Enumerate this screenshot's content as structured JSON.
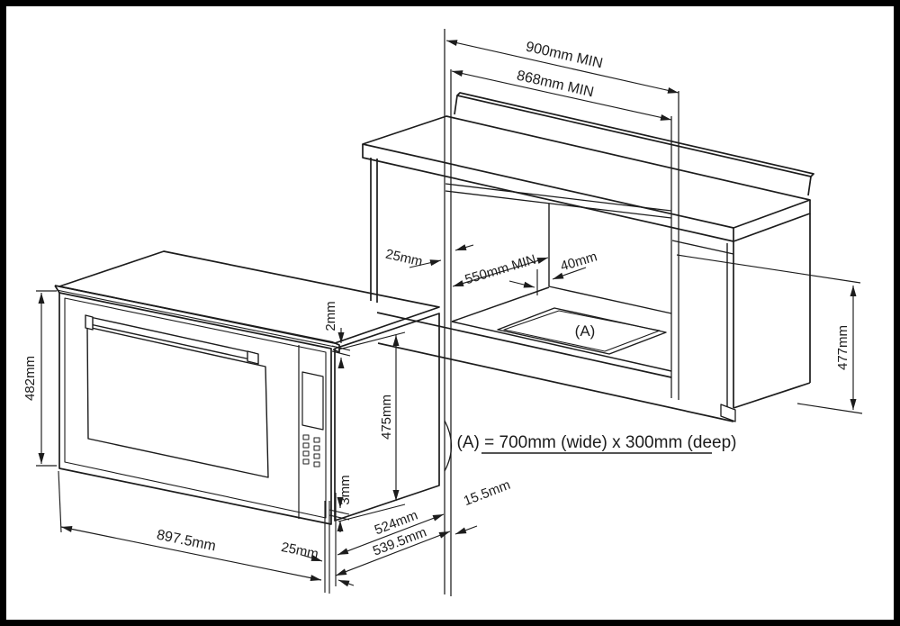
{
  "oven": {
    "height": "482mm",
    "width": "897.5mm",
    "front_overhang": "25mm",
    "body_depth": "524mm",
    "overall_depth": "539.5mm",
    "door_protrusion": "15.5mm",
    "top_clearance": "2mm",
    "body_height": "475mm",
    "bottom_clearance": "3mm"
  },
  "cabinet": {
    "overall_width": "900mm MIN",
    "cutout_width": "868mm MIN",
    "side_panel": "25mm",
    "cutout_depth": "550mm MIN",
    "rear_gap": "40mm",
    "vent_cutout": "(A)",
    "niche_height": "477mm"
  },
  "note": {
    "vent_note": "(A) = 700mm (wide) x 300mm (deep)"
  }
}
